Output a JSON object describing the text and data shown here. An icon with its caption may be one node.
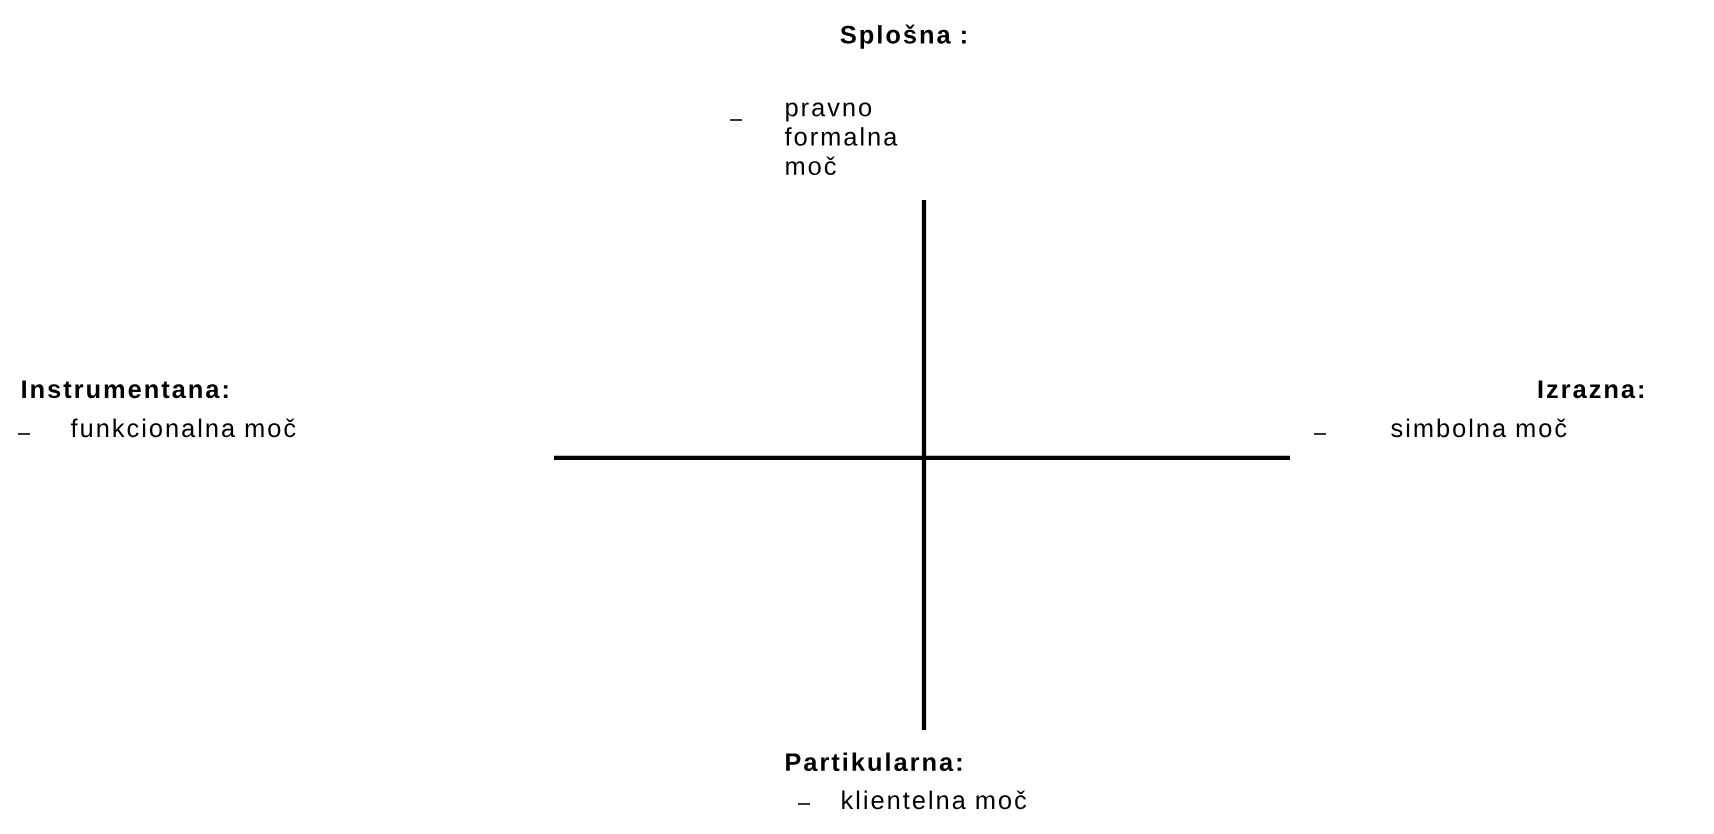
{
  "diagram": {
    "labels": [
      "Splošna :",
      "pravno formalna moč",
      "Instrumentana:",
      "funkcionalna moč",
      "Izrazna:",
      "simbolna moč",
      "Partikularna:",
      "klientelna moč"
    ]
  }
}
